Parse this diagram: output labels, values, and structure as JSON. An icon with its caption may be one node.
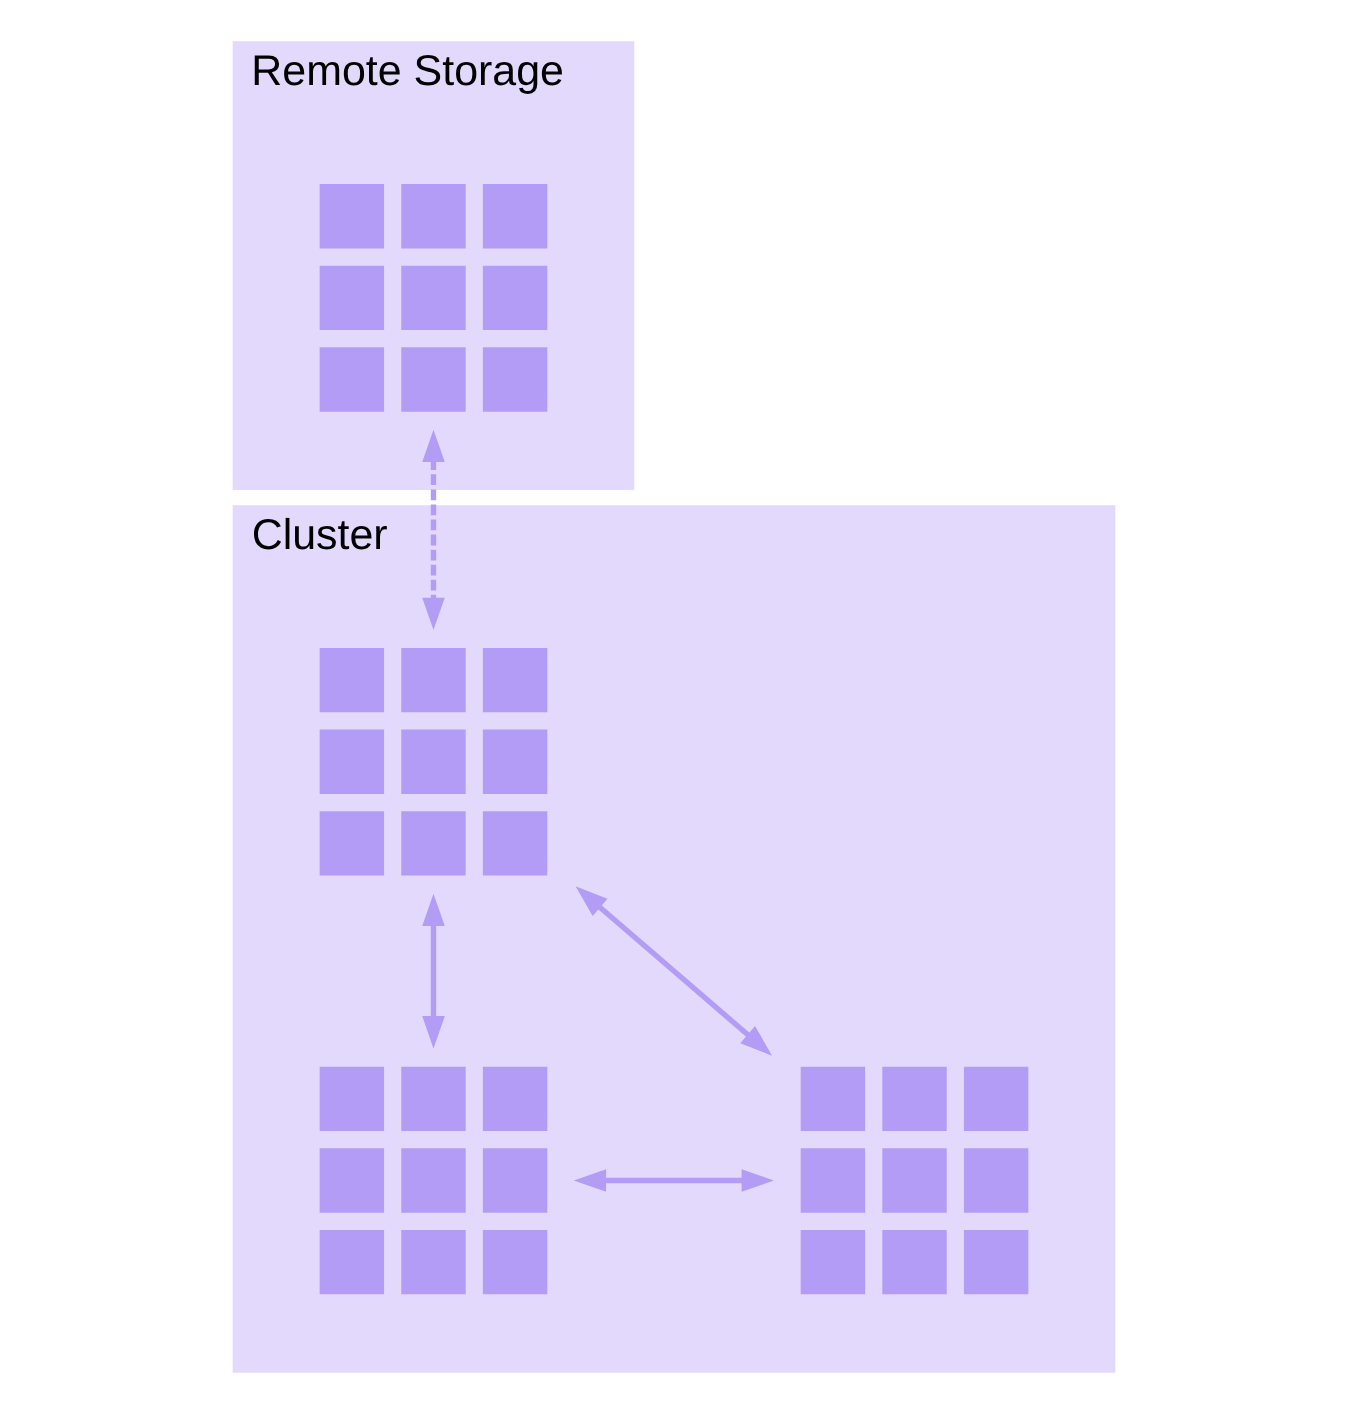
{
  "diagram": {
    "nodes": [
      {
        "text": [
          "Remote Storage"
        ]
      },
      {
        "text": [],
        "shape": "grid",
        "in": 0
      },
      {
        "text": [
          "Cluster"
        ]
      },
      {
        "text": [],
        "shape": "grid",
        "in": 2
      },
      {
        "text": [],
        "shape": "grid",
        "in": 2
      },
      {
        "text": [],
        "shape": "grid",
        "in": 2
      }
    ],
    "edges": [
      {
        "from": 1,
        "to": 3,
        "arrow": "both",
        "style": "dashed"
      },
      {
        "from": 3,
        "to": 4,
        "arrow": "both"
      },
      {
        "from": 3,
        "to": 5,
        "arrow": "both"
      },
      {
        "from": 4,
        "to": 5,
        "arrow": "both"
      }
    ]
  }
}
